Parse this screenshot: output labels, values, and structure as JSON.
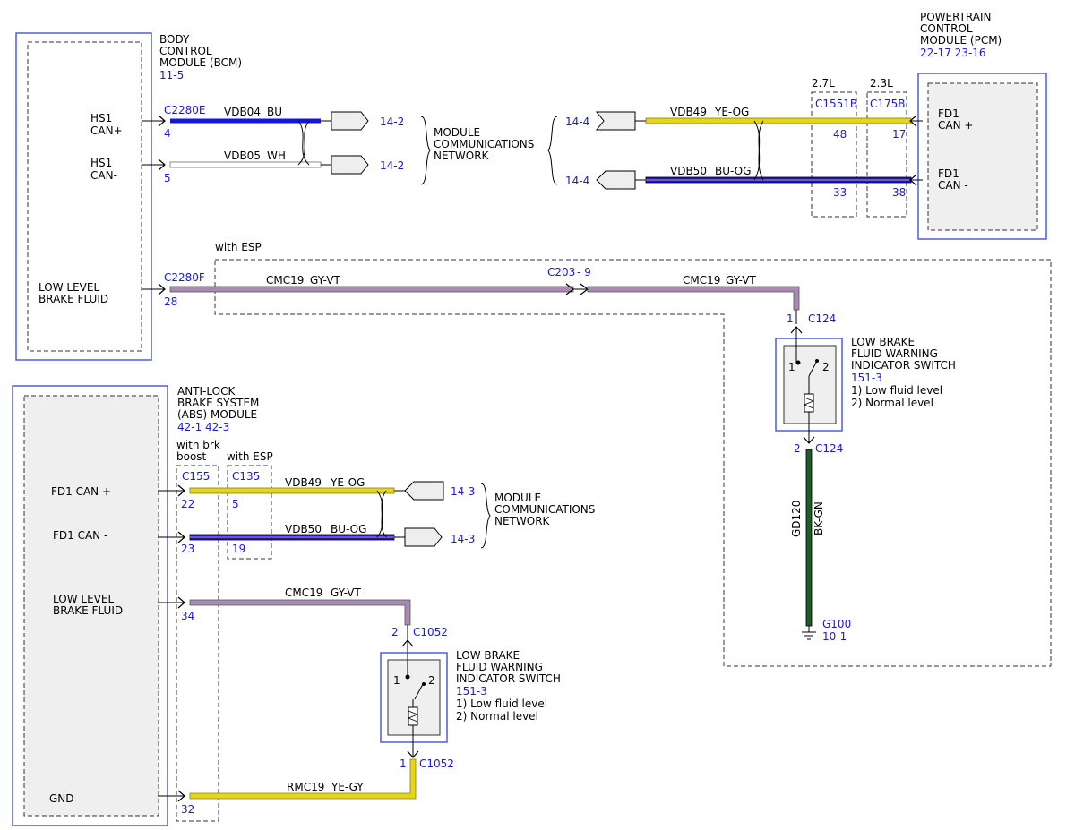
{
  "bcm": {
    "title": [
      "BODY",
      "CONTROL",
      "MODULE (BCM)"
    ],
    "ref": "11-5",
    "pin_hs1_can_plus": [
      "HS1",
      "CAN+"
    ],
    "pin_hs1_can_minus": [
      "HS1",
      "CAN-"
    ],
    "pin_low_level": [
      "LOW LEVEL",
      "BRAKE FLUID"
    ],
    "connector_e": "C2280E",
    "connector_f": "C2280F",
    "pins": [
      "4",
      "5",
      "28"
    ]
  },
  "pcm": {
    "title": [
      "POWERTRAIN",
      "CONTROL",
      "MODULE (PCM)"
    ],
    "refs": "22-17  23-16",
    "pin_fd1_plus": [
      "FD1",
      "CAN +"
    ],
    "pin_fd1_minus": [
      "FD1",
      "CAN -"
    ],
    "engine_a": "2.7L",
    "engine_b": "2.3L",
    "conn_a": "C1551B",
    "conn_b": "C175B",
    "pins_a": [
      "48",
      "33"
    ],
    "pins_b": [
      "17",
      "38"
    ]
  },
  "network_top": {
    "label": [
      "MODULE",
      "COMMUNICATIONS",
      "NETWORK"
    ],
    "refs_left": [
      "14-2",
      "14-2"
    ],
    "refs_right": [
      "14-4",
      "14-4"
    ]
  },
  "wires_top": [
    {
      "circuit": "VDB04",
      "color": "BU"
    },
    {
      "circuit": "VDB05",
      "color": "WH"
    },
    {
      "circuit": "VDB49",
      "color": "YE-OG"
    },
    {
      "circuit": "VDB50",
      "color": "BU-OG"
    }
  ],
  "esp_label": "with ESP",
  "cmc_top": {
    "circuit": "CMC19",
    "color": "GY-VT",
    "inline": "C203",
    "inline_pin": "- 9"
  },
  "switch_right": {
    "title": [
      "LOW BRAKE",
      "FLUID WARNING",
      "INDICATOR SWITCH"
    ],
    "ref": "151-3",
    "states": [
      "1) Low fluid level",
      "2) Normal level"
    ],
    "connector": "C124",
    "pin_top": "1",
    "pin_bottom": "2",
    "contact_left": "1",
    "contact_right": "2"
  },
  "ground_wire": {
    "circuit": "GD120",
    "color": "BK-GN",
    "ground": "G100",
    "ground_ref": "10-1"
  },
  "abs": {
    "title": [
      "ANTI-LOCK",
      "BRAKE SYSTEM",
      "(ABS) MODULE"
    ],
    "refs": "42-1     42-3",
    "opt_a": [
      "with brk",
      "boost"
    ],
    "opt_b": "with ESP",
    "conn_a": "C155",
    "conn_b": "C135",
    "pin_fd1_plus": "FD1 CAN +",
    "pin_fd1_minus": "FD1 CAN -",
    "pin_low_level": [
      "LOW LEVEL",
      "BRAKE FLUID"
    ],
    "pin_gnd": "GND",
    "pins_a": [
      "22",
      "23",
      "34",
      "32"
    ],
    "pins_b": [
      "5",
      "19"
    ]
  },
  "wires_abs": [
    {
      "circuit": "VDB49",
      "color": "YE-OG"
    },
    {
      "circuit": "VDB50",
      "color": "BU-OG"
    },
    {
      "circuit": "CMC19",
      "color": "GY-VT"
    },
    {
      "circuit": "RMC19",
      "color": "YE-GY"
    }
  ],
  "network_abs": {
    "label": [
      "MODULE",
      "COMMUNICATIONS",
      "NETWORK"
    ],
    "refs": [
      "14-3",
      "14-3"
    ]
  },
  "switch_left": {
    "title": [
      "LOW BRAKE",
      "FLUID WARNING",
      "INDICATOR SWITCH"
    ],
    "ref": "151-3",
    "states": [
      "1) Low fluid level",
      "2) Normal level"
    ],
    "connector": "C1052",
    "pin_top": "2",
    "pin_bottom": "1",
    "contact_left": "1",
    "contact_right": "2"
  },
  "colors": {
    "blue_wire": "#1515e0",
    "yellow_wire": "#e6d619",
    "gyvt_wire": "#a98bb0",
    "bkgn_wire": "#1f5a2a",
    "label_blue": "#1a1ad6"
  }
}
